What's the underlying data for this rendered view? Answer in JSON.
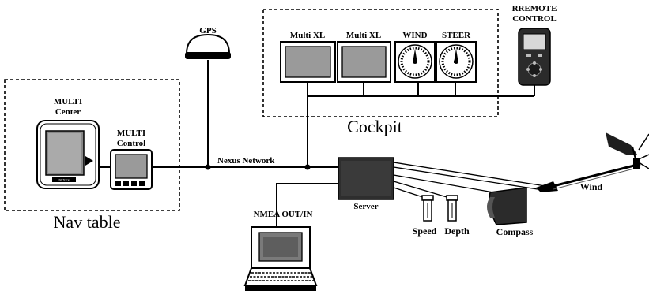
{
  "diagram": {
    "nav_table_label": "Nav table",
    "cockpit_label": "Cockpit",
    "gps_label": "GPS",
    "multi_center_label_line1": "MULTI",
    "multi_center_label_line2": "Center",
    "multi_control_label_line1": "MULTI",
    "multi_control_label_line2": "Control",
    "network_label": "Nexus Network",
    "multi_xl_1_label": "Multi XL",
    "multi_xl_2_label": "Multi XL",
    "wind_instrument_label": "WIND",
    "steer_instrument_label": "STEER",
    "remote_label_line1": "RREMOTE",
    "remote_label_line2": "CONTROL",
    "server_label": "Server",
    "nmea_label": "NMEA OUT/IN",
    "speed_label": "Speed",
    "depth_label": "Depth",
    "compass_label": "Compass",
    "wind_sensor_label": "Wind",
    "multi_center_brand": "NEXUS"
  }
}
